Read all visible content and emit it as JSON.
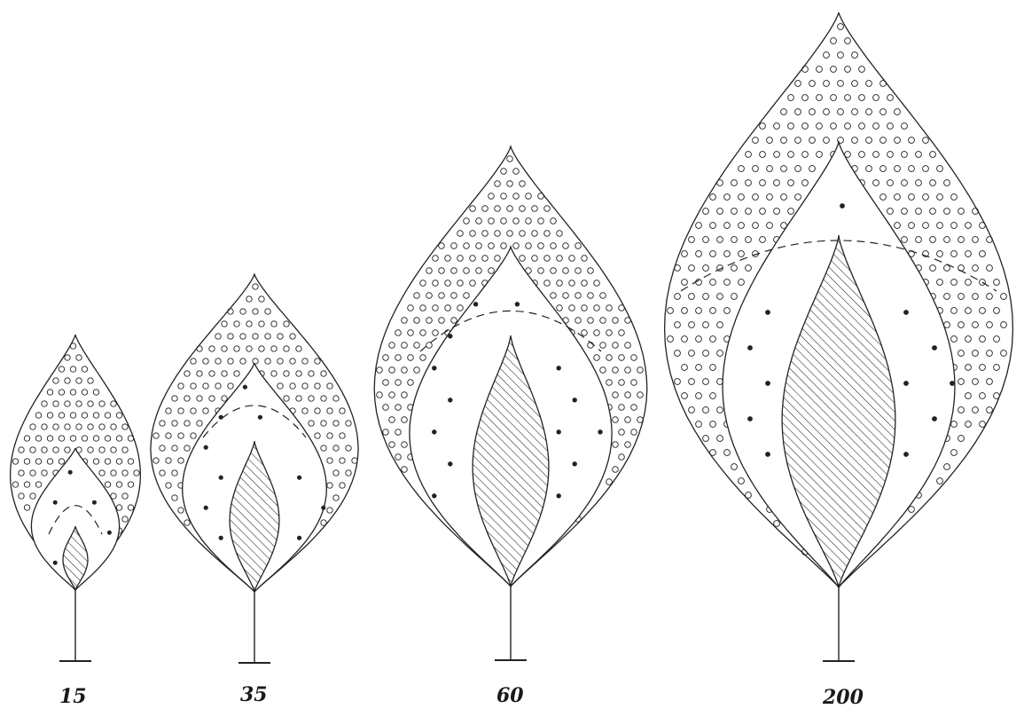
{
  "trees": [
    {
      "label": "15"
    },
    {
      "label": "35"
    },
    {
      "label": "60"
    },
    {
      "label": "200"
    }
  ],
  "colors": {
    "ink": "#222222",
    "background": "#ffffff"
  }
}
